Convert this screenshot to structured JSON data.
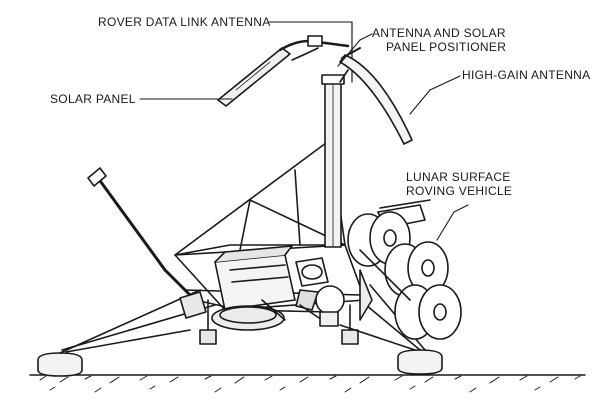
{
  "labels": {
    "rover_data_link_antenna": "ROVER DATA LINK ANTENNA",
    "antenna_solar_positioner_line1": "ANTENNA AND SOLAR",
    "antenna_solar_positioner_line2": "PANEL POSITIONER",
    "high_gain_antenna": "HIGH-GAIN ANTENNA",
    "solar_panel": "SOLAR PANEL",
    "lunar_surface_line1": "LUNAR SURFACE",
    "lunar_surface_line2": "ROVING VEHICLE"
  },
  "colors": {
    "ink": "#1a1a1a",
    "background": "#ffffff"
  }
}
